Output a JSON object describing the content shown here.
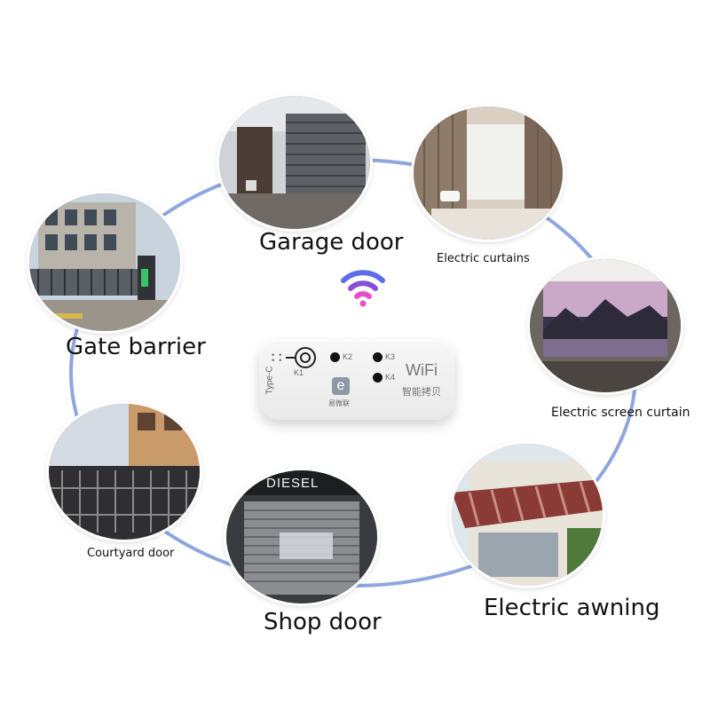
{
  "labels": {
    "garage_door": "Garage door",
    "electric_curtains": "Electric curtains",
    "gate_barrier": "Gate barrier",
    "electric_screen_curtain": "Electric screen curtain",
    "courtyard_door": "Courtyard door",
    "shop_door": "Shop door",
    "electric_awning": "Electric awning"
  },
  "device": {
    "type_c": "Type-C",
    "k1": "K1",
    "k2": "K2",
    "k3": "K3",
    "k4": "K4",
    "logo_letter": "e",
    "brand_cn": "易微联",
    "wifi": "WiFi",
    "wifi_cn": "智能拷贝"
  },
  "photo_texts": {
    "shop_sign": "DIESEL"
  },
  "colors": {
    "ring": "#8fa6de",
    "wifi_outer": "#5b6ee8",
    "wifi_middle": "#8a4fd8",
    "wifi_inner": "#e84fc4"
  },
  "icons": [
    "wifi-icon",
    "type-c-port-icon",
    "indicator-dots-icon"
  ]
}
